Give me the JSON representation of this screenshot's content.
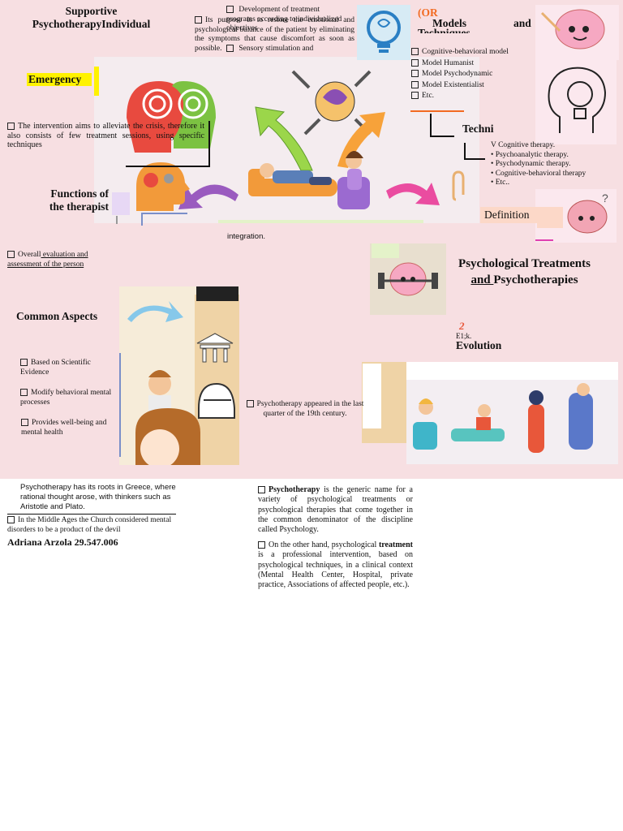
{
  "headings": {
    "supportive_line1": "Supportive",
    "supportive_line2": "PsychotherapyIndividual",
    "emergency": "Emergency",
    "functions_line1": "Functions of",
    "functions_line2": "the therapist",
    "common_aspects": "Common Aspects",
    "or": "(OR",
    "models": "Models",
    "and": "and",
    "techniques": "Techniques",
    "techni": "Techni",
    "definition": "Definition",
    "treatments_line1": "Psychological Treatments",
    "treatments_and": "and ",
    "treatments_line2": "Psychotherapies",
    "evolution_number": "2",
    "evolution_code": "E1;k.",
    "evolution": "Evolution"
  },
  "supportive": {
    "development": "Development of treatment programs according to individualized objectives",
    "purpose": "Its purpose is to restore the emotional and psychological balance of the patient by eliminating the symptoms that cause discomfort as soon as possible.",
    "sensory": "Sensory stimulation and"
  },
  "emergency": {
    "intervention": "The intervention aims to alleviate the crisis, therefore it also consists of few treatment sessions, using specific techniques"
  },
  "functions": {
    "integration": "integration.",
    "overall_prefix": "Overall",
    "overall_link": " evaluation and assessment of the person"
  },
  "models": {
    "items": [
      "Cognitive-behavioral model",
      "Model Humanist",
      "Model Psychodynamic",
      "Model Existentialist",
      "Etc."
    ]
  },
  "techniques": {
    "lead": "V Cognitive therapy.",
    "items": [
      "Psychoanalytic therapy.",
      "Psychodynamic therapy.",
      "Cognitive-behavioral therapy",
      "Etc.."
    ]
  },
  "common": {
    "items": [
      "Based on Scientific Evidence",
      "Modify behavioral mental processes",
      "Provides well-being and mental health"
    ]
  },
  "evolution": {
    "appeared": "Psychotherapy appeared in the last quarter of the 19th century."
  },
  "bottom": {
    "roots": "Psychotherapy has its roots in Greece, where rational thought arose, with thinkers such as Aristotle and Plato.",
    "middle_ages": "In the Middle Ages the Church considered mental disorders to be a product of the devil",
    "author": "Adriana Arzola 29.547.006",
    "psy_bold": "Psychotherapy",
    "psy_rest": " is the generic name for a variety of psychological treatments or psychological therapies that come together in the common denominator of the discipline called Psychology.",
    "other_prefix": "On the other hand, psychological ",
    "other_bold": "treatment",
    "other_rest": " is a professional intervention, based on psychological techniques, in a clinical context (Mental Health Center, Hospital, private practice, Associations of affected people, etc.)."
  },
  "colors": {
    "poster_bg": "#f7dfe2",
    "accent_orange": "#f26a21",
    "highlight_yellow": "#fff200",
    "red_number": "#e8573a"
  },
  "icons": [
    "two-heads-icon",
    "lightbulb-brain-icon",
    "brain-mascot-icon",
    "therapy-session-icon",
    "greek-temple-icon",
    "knight-helmet-icon",
    "therapist-patient-icon"
  ]
}
